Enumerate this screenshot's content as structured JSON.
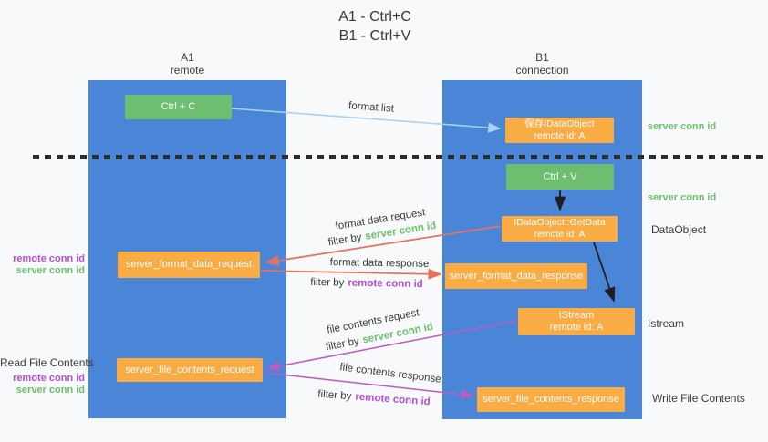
{
  "title": {
    "line1": "A1 - Ctrl+C",
    "line2": "B1 - Ctrl+V"
  },
  "lanes": {
    "left": {
      "title": "A1",
      "subtitle": "remote"
    },
    "right": {
      "title": "B1",
      "subtitle": "connection"
    }
  },
  "boxes": {
    "ctrl_c": {
      "label": "Ctrl + C"
    },
    "save_idataobject": {
      "line1": "保存IDataObject",
      "line2": "remote id: A"
    },
    "ctrl_v": {
      "label": "Ctrl + V"
    },
    "getdata": {
      "line1": "IDataObject::GetData",
      "line2": "remote id: A"
    },
    "format_request": {
      "label": "server_format_data_request"
    },
    "format_response": {
      "label": "server_format_data_response"
    },
    "istream": {
      "line1": "IStream",
      "line2": "remote id: A"
    },
    "file_request": {
      "label": "server_file_contents_request"
    },
    "file_response": {
      "label": "server_file_contents_response"
    }
  },
  "flow_labels": {
    "format_list": "format list",
    "format_data_request": "format data request",
    "format_data_response": "format data response",
    "file_contents_request": "file contents request",
    "file_contents_response": "file contents response",
    "filter_by": "filter by",
    "server_conn_id": "server conn id",
    "remote_conn_id": "remote conn id"
  },
  "side_labels": {
    "left_remote_conn_id_1": "remote conn id",
    "left_server_conn_id_1": "server conn id",
    "read_file_contents": "Read File Contents",
    "left_remote_conn_id_2": "remote conn id",
    "left_server_conn_id_2": "server conn id",
    "right_server_conn_id_1": "server conn id",
    "right_server_conn_id_2": "server conn id",
    "dataobject": "DataObject",
    "istream": "Istream",
    "write_file_contents": "Write File Contents"
  },
  "colors": {
    "lane_blue": "#4a85d8",
    "box_green": "#6dbe70",
    "box_orange": "#f9ab44",
    "accent_green": "#6dbf6d",
    "accent_purple": "#b44fd4",
    "arrow_red": "#e8705f",
    "arrow_magenta": "#bb5bc4",
    "arrow_light_blue": "#a9d3f2",
    "arrow_black": "#1f1f1f",
    "divider_black": "#2c2c2c"
  }
}
